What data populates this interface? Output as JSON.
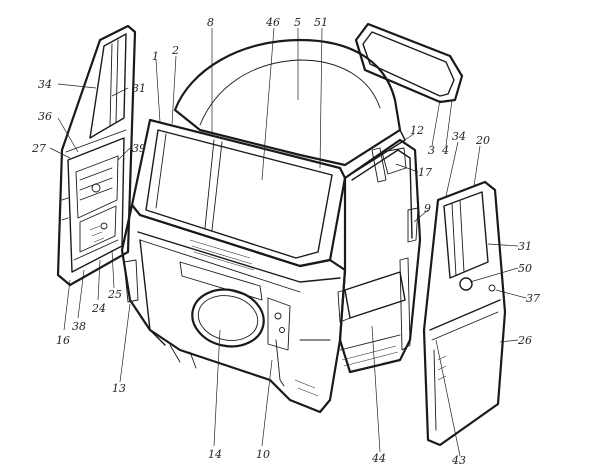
{
  "diagram": {
    "labels": [
      {
        "id": "l-34a",
        "text": "34"
      },
      {
        "id": "l-31a",
        "text": "31"
      },
      {
        "id": "l-36",
        "text": "36"
      },
      {
        "id": "l-27",
        "text": "27"
      },
      {
        "id": "l-39",
        "text": "39"
      },
      {
        "id": "l-16",
        "text": "16"
      },
      {
        "id": "l-38",
        "text": "38"
      },
      {
        "id": "l-24",
        "text": "24"
      },
      {
        "id": "l-25",
        "text": "25"
      },
      {
        "id": "l-1",
        "text": "1"
      },
      {
        "id": "l-2",
        "text": "2"
      },
      {
        "id": "l-8",
        "text": "8"
      },
      {
        "id": "l-46",
        "text": "46"
      },
      {
        "id": "l-5",
        "text": "5"
      },
      {
        "id": "l-51",
        "text": "51"
      },
      {
        "id": "l-12",
        "text": "12"
      },
      {
        "id": "l-17",
        "text": "17"
      },
      {
        "id": "l-3",
        "text": "3"
      },
      {
        "id": "l-4",
        "text": "4"
      },
      {
        "id": "l-34b",
        "text": "34"
      },
      {
        "id": "l-20",
        "text": "20"
      },
      {
        "id": "l-9",
        "text": "9"
      },
      {
        "id": "l-31b",
        "text": "31"
      },
      {
        "id": "l-50",
        "text": "50"
      },
      {
        "id": "l-37",
        "text": "37"
      },
      {
        "id": "l-26",
        "text": "26"
      },
      {
        "id": "l-13",
        "text": "13"
      },
      {
        "id": "l-14",
        "text": "14"
      },
      {
        "id": "l-10",
        "text": "10"
      },
      {
        "id": "l-44",
        "text": "44"
      },
      {
        "id": "l-43",
        "text": "43"
      }
    ]
  }
}
